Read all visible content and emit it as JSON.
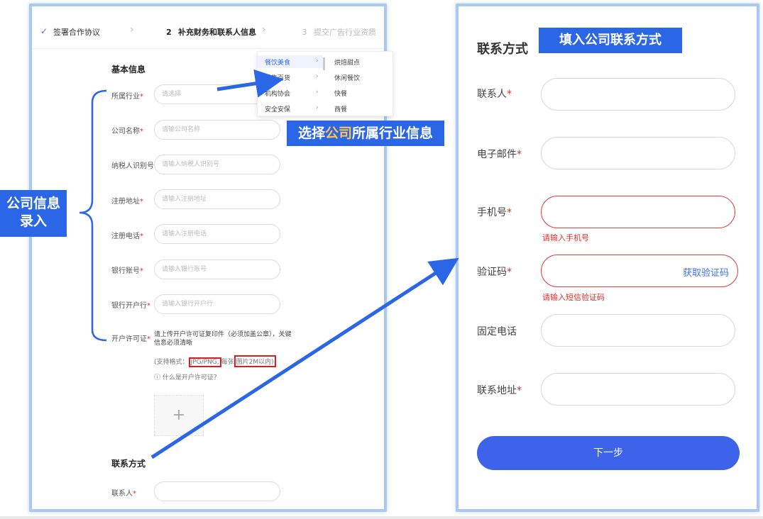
{
  "steps": [
    {
      "label": "签署合作协议",
      "state": "done"
    },
    {
      "num": "2",
      "label": "补充财务和联系人信息",
      "state": "active"
    },
    {
      "num": "3",
      "label": "提交广告行业资质",
      "state": "pending"
    }
  ],
  "left": {
    "basic_title": "基本信息",
    "fields": [
      {
        "label": "所属行业",
        "placeholder": "请选择"
      },
      {
        "label": "公司名称",
        "placeholder": "请输公司名称"
      },
      {
        "label": "纳税人识别号",
        "placeholder": "请输入纳税人识别号"
      },
      {
        "label": "注册地址",
        "placeholder": "请输入注册地址"
      },
      {
        "label": "注册电话",
        "placeholder": "请输入注册电话"
      },
      {
        "label": "银行账号",
        "placeholder": "请输入银行账号"
      },
      {
        "label": "银行开户行",
        "placeholder": "请输入银行开户行"
      },
      {
        "label": "开户许可证"
      }
    ],
    "upload_hint": "请上传开户许可证复印件（必须加盖公章），关键信息必须清晰",
    "format_prefix": "(支持格式：",
    "format_value": "JPG/PNG,",
    "format_mid": "每张",
    "size_value": "图片2M以内)",
    "help_link": "什么是开户许可证？",
    "upload_plus": "+",
    "contact_title": "联系方式",
    "contact_field": {
      "label": "联系人"
    },
    "dropdown": {
      "categories": [
        "餐饮美食",
        "零售百货",
        "机构协会",
        "安全安保"
      ],
      "subcategories": [
        "烘焙甜点",
        "休闲餐饮",
        "快餐",
        "西餐"
      ]
    },
    "required_mark": "*"
  },
  "annotations": {
    "industry_banner_prefix": "选择",
    "industry_banner_highlight": "公司",
    "industry_banner_suffix": "所属行业信息",
    "side_line1": "公司信息",
    "side_line2": "录入",
    "right_banner": "填入公司联系方式",
    "colors": {
      "accent": "#2b66e6",
      "highlight": "#ffc24a",
      "error": "#e0302b"
    }
  },
  "right": {
    "title": "联系方式",
    "fields": [
      {
        "label": "联系人",
        "required": true
      },
      {
        "label": "电子邮件",
        "required": true
      },
      {
        "label": "手机号",
        "required": true,
        "error": "请输入手机号"
      },
      {
        "label": "验证码",
        "required": true,
        "error": "请输入短信验证码",
        "action": "获取验证码"
      },
      {
        "label": "固定电话",
        "required": false
      },
      {
        "label": "联系地址",
        "required": true
      }
    ],
    "next_label": "下一步"
  },
  "icons": {
    "check": "check-icon",
    "chevron": "chevron-right-icon",
    "help": "help-circle-icon",
    "plus": "plus-icon"
  }
}
